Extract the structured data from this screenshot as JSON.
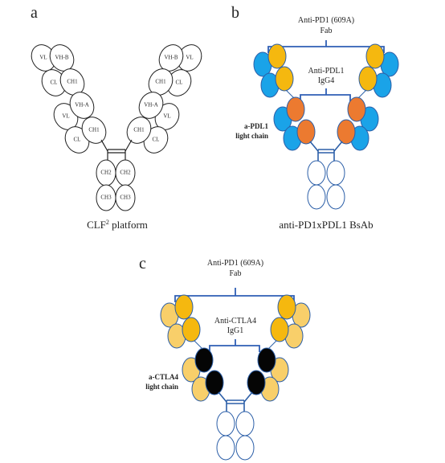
{
  "panels": {
    "a": {
      "letter": "a",
      "caption_main": "CLF",
      "caption_sup": "2",
      "caption_rest": " platform",
      "domains": {
        "vl": "VL",
        "vhb": "VH-B",
        "cl": "CL",
        "ch1": "CH1",
        "vha": "VH-A",
        "ch2": "CH2",
        "ch3": "CH3"
      }
    },
    "b": {
      "letter": "b",
      "outer_label_1": "Anti-PD1 (609A)",
      "outer_label_2": "Fab",
      "inner_label_1": "Anti-PDL1",
      "inner_label_2": "IgG4",
      "chain_label_1": "a-PDL1",
      "chain_label_2": "light chain",
      "caption": "anti-PD1xPDL1 BsAb"
    },
    "c": {
      "letter": "c",
      "outer_label_1": "Anti-PD1 (609A)",
      "outer_label_2": "Fab",
      "inner_label_1": "Anti-CTLA4",
      "inner_label_2": "IgG1",
      "chain_label_1": "a-CTLA4",
      "chain_label_2": "light chain"
    }
  },
  "colors": {
    "pd1_fab": "#f5b80f",
    "pd1_fab_light": "#f8cf6a",
    "light_chain_blue": "#1aa3e8",
    "pdl1_fab": "#ec7a30",
    "ctla4_fab": "#050505",
    "outline_blue": "#2c5fa8"
  }
}
